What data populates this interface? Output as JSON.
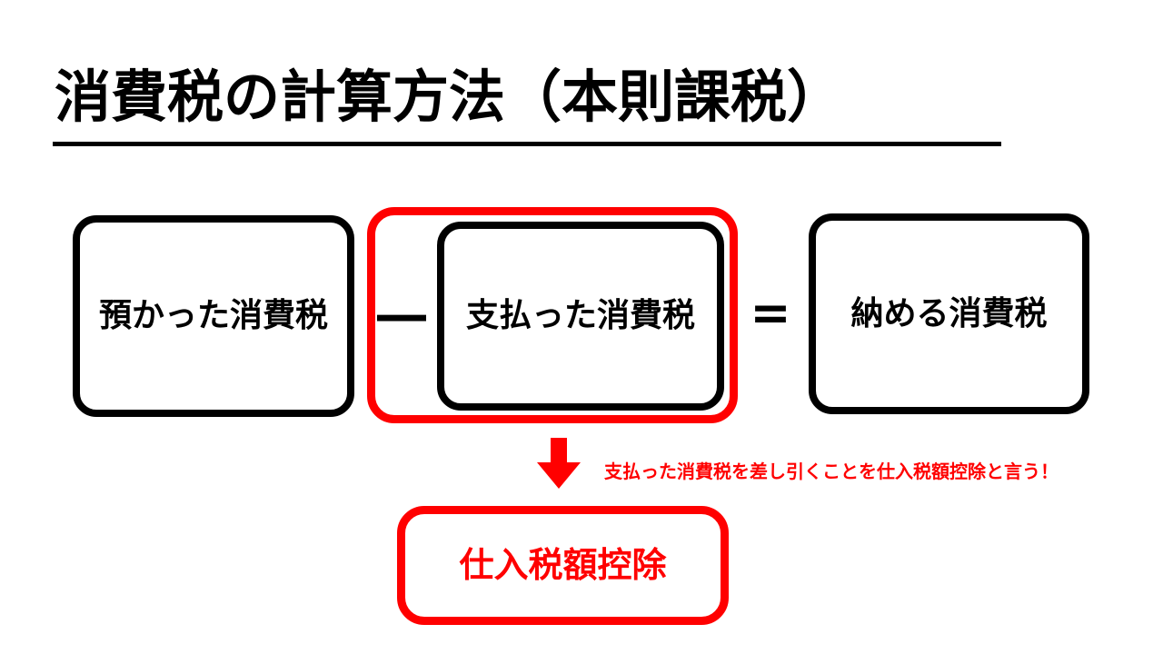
{
  "slide": {
    "title": "消費税の計算方法（本則課税）",
    "background_color": "#ffffff"
  },
  "colors": {
    "text_black": "#000000",
    "accent_red": "#ff0000"
  },
  "formula": {
    "term_received": "預かった消費税",
    "operator_minus": "―",
    "term_paid": "支払った消費税",
    "operator_equals": "=",
    "term_payable": "納める消費税"
  },
  "callout": {
    "arrow": "down-arrow",
    "annotation": "支払った消費税を差し引くことを仕入税額控除と言う！",
    "result_box": "仕入税額控除"
  }
}
